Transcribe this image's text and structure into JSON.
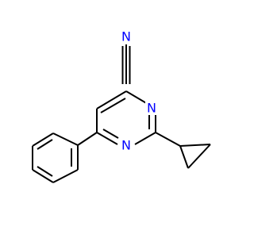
{
  "molecule": {
    "atoms": {
      "nitrile_n": {
        "label": "N",
        "color": "#0000ff"
      },
      "ring_n_upper": {
        "label": "N",
        "color": "#0000ff"
      },
      "ring_n_lower": {
        "label": "N",
        "color": "#0000ff"
      }
    },
    "bond_color": "#000000"
  }
}
